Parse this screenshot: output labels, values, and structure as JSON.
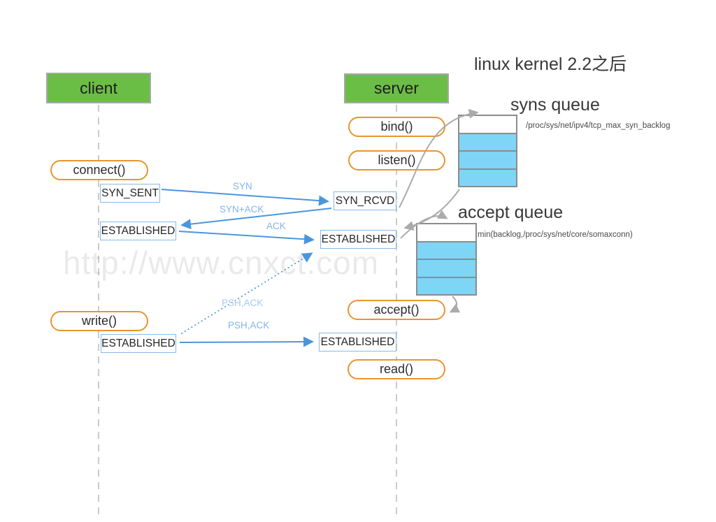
{
  "title": "linux  kernel 2.2之后",
  "watermark": "http://www.cnxct.com",
  "actors": {
    "client": "client",
    "server": "server"
  },
  "syscalls": {
    "connect": "connect()",
    "bind": "bind()",
    "listen": "listen()",
    "write": "write()",
    "accept": "accept()",
    "read": "read()"
  },
  "states": {
    "syn_sent": "SYN_SENT",
    "syn_rcvd": "SYN_RCVD",
    "established": "ESTABLISHED"
  },
  "messages": {
    "syn": "SYN",
    "syn_ack": "SYN+ACK",
    "ack": "ACK",
    "psh_ack_dotted": "PSH,ACK",
    "psh_ack": "PSH,ACK"
  },
  "queues": {
    "syns": {
      "title": "syns queue",
      "note": "/proc/sys/net/ipv4/tcp_max_syn_backlog",
      "rows": 4,
      "filled_rows": 3
    },
    "accept": {
      "title": "accept queue",
      "note": "min(backlog,/proc/sys/net/core/somaxconn)",
      "rows": 4,
      "filled_rows": 3
    }
  },
  "colors": {
    "actor_fill": "#6bbe45",
    "syscall_border": "#e8952f",
    "state_border": "#85b9ea",
    "arrow_blue": "#4a96de",
    "label_blue": "#82b4ec",
    "queue_fill": "#7ed5f6",
    "queue_border": "#8c8c8c",
    "gray_arrow": "#ababab"
  }
}
